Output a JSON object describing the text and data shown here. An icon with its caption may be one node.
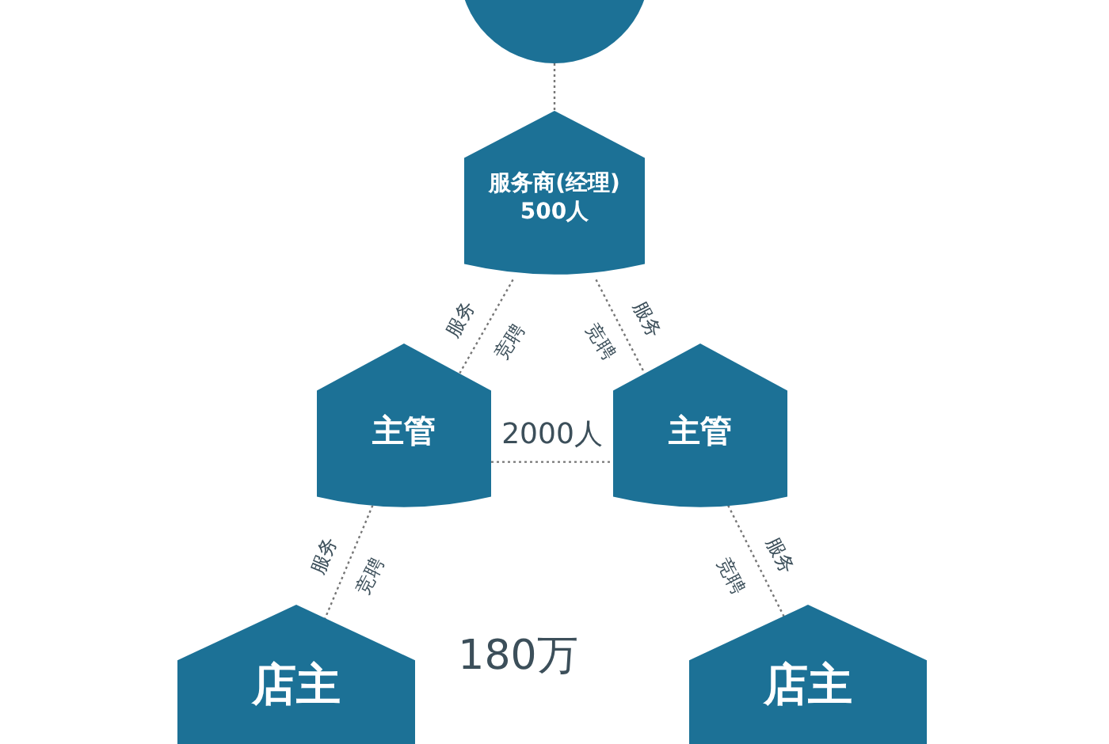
{
  "diagram": {
    "nodes": [
      {
        "text": [],
        "shape": "circle"
      },
      {
        "text": [
          "服务商(经理) 500人"
        ]
      },
      {
        "text": [
          "主管"
        ]
      },
      {
        "text": [
          "主管"
        ]
      },
      {
        "text": [
          "店主"
        ]
      },
      {
        "text": [
          "店主"
        ]
      }
    ],
    "edges": [
      {
        "from": 0,
        "to": 1,
        "arrow": "none"
      },
      {
        "from": 1,
        "to": 2,
        "arrow": "none",
        "label": "服务"
      },
      {
        "from": 1,
        "to": 3,
        "arrow": "none",
        "label": "服务"
      },
      {
        "from": 2,
        "to": 3,
        "arrow": "none",
        "label": "2000人"
      },
      {
        "from": 2,
        "to": 4,
        "arrow": "none",
        "label": "服务"
      },
      {
        "from": 3,
        "to": 5,
        "arrow": "none",
        "label": "服务"
      }
    ],
    "labels": [
      "竞聘",
      "竞聘",
      "竞聘",
      "竞聘",
      "180万"
    ]
  }
}
